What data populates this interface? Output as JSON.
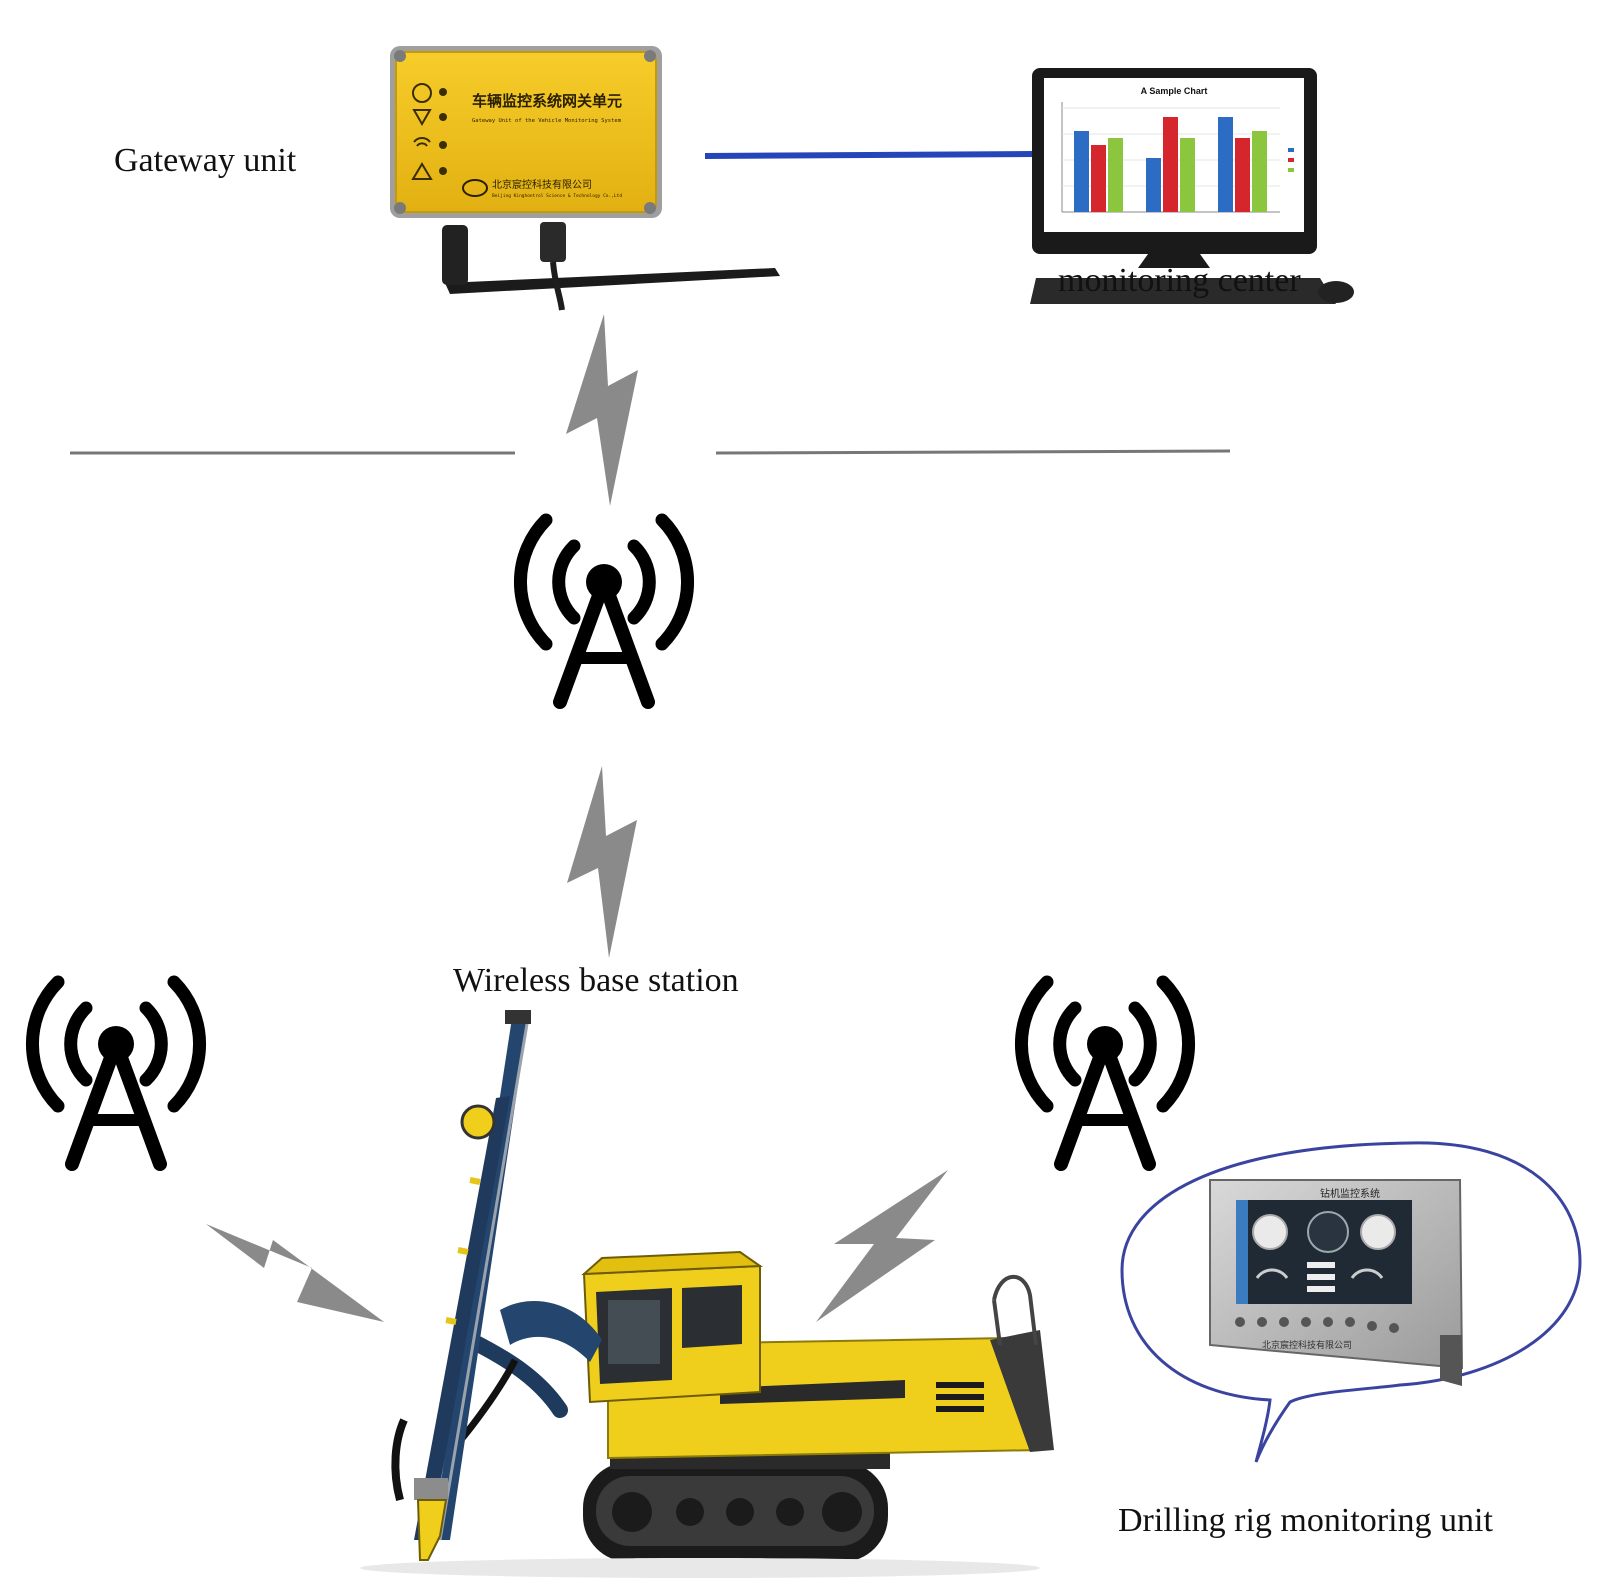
{
  "labels": {
    "gateway_unit": "Gateway unit",
    "monitoring_center": "monitoring center",
    "wireless_base_station": "Wireless base station",
    "drilling_rig_monitoring_unit": "Drilling rig monitoring unit"
  },
  "gateway_device": {
    "title_cn": "车辆监控系统网关单元",
    "title_en": "Gateway Unit of the Vehicle Monitoring System",
    "company_cn": "北京宸控科技有限公司",
    "company_en": "Beijing Kinghontrol Science & Technology Co.,Ltd"
  },
  "monitor_screen": {
    "chart_title": "A Sample Chart"
  },
  "rig_monitor": {
    "screen_title_cn": "钻机监控系统",
    "company_cn": "北京宸控科技有限公司"
  },
  "colors": {
    "gateway_yellow": "#f2c21b",
    "link_blue": "#2446b8",
    "bolt_gray": "#8a8a8a",
    "rig_yellow": "#f0cf1c",
    "bubble_outline": "#3a44a0"
  },
  "icons": [
    "antenna-tower-icon",
    "lightning-bolt-icon",
    "computer-monitor-icon",
    "drilling-rig-icon"
  ]
}
